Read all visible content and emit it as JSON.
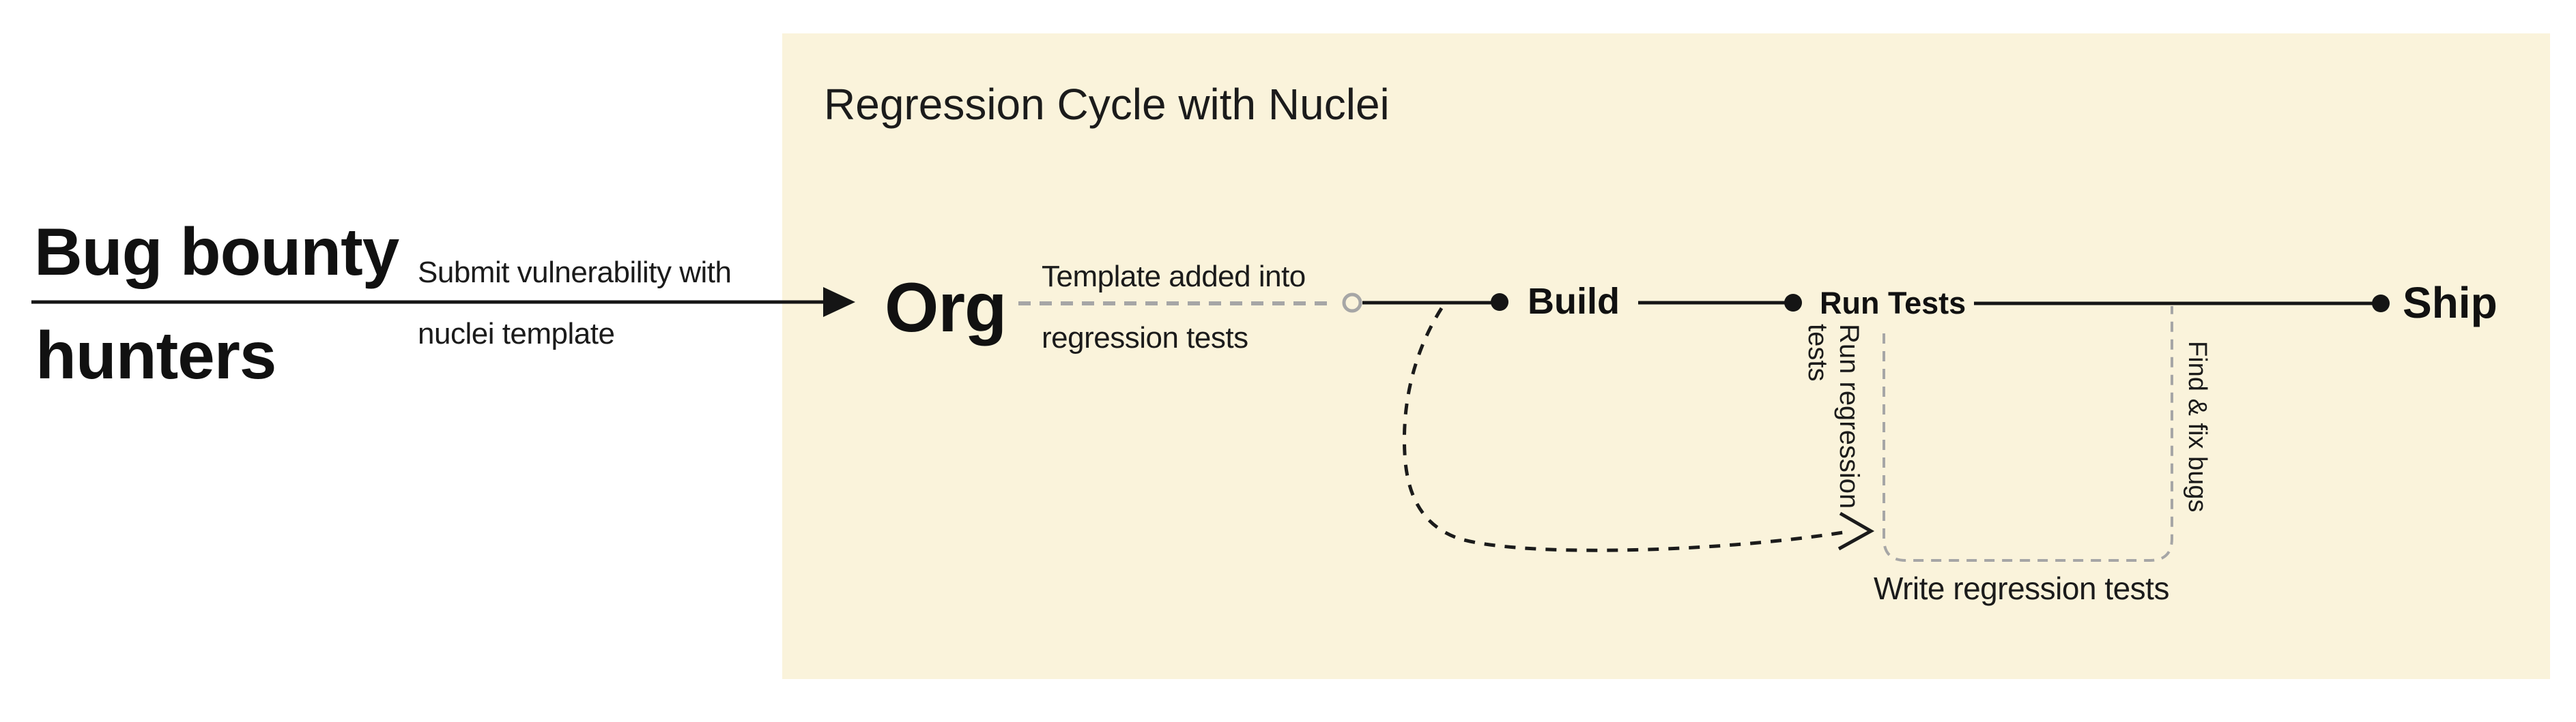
{
  "panel": {
    "title": "Regression Cycle with Nuclei",
    "bg_color": "#FAF3DB"
  },
  "actor": {
    "line1": "Bug bounty",
    "line2": "hunters",
    "arrow_label_line1": "Submit vulnerability with",
    "arrow_label_line2": "nuclei template"
  },
  "flow": {
    "org": "Org",
    "org_label_line1": "Template added into",
    "org_label_line2": "regression tests",
    "build": "Build",
    "run_tests": "Run Tests",
    "ship": "Ship",
    "run_regression_label": "Run regression\ntests",
    "find_fix_label": "Find & fix bugs",
    "write_tests_label": "Write regression tests"
  },
  "colors": {
    "background": "#ffffff",
    "panel_bg": "#FAF3DB",
    "line_black": "#151515",
    "dashed_gray": "#A6A6A6",
    "text": "#1b1b1b"
  }
}
